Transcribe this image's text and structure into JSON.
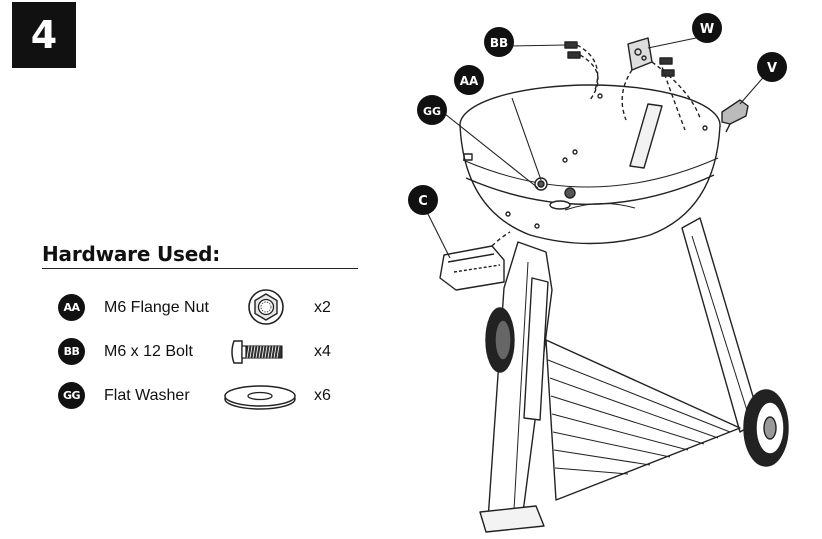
{
  "step": {
    "number": "4"
  },
  "hardware": {
    "title": "Hardware Used:",
    "items": [
      {
        "code": "AA",
        "name": "M6 Flange Nut",
        "qty": "x2",
        "icon": "flange-nut-icon"
      },
      {
        "code": "BB",
        "name": "M6 x 12 Bolt",
        "qty": "x4",
        "icon": "bolt-icon"
      },
      {
        "code": "GG",
        "name": "Flat Washer",
        "qty": "x6",
        "icon": "flat-washer-icon"
      }
    ]
  },
  "diagram": {
    "callouts": {
      "bb": "BB",
      "w": "W",
      "aa": "AA",
      "v": "V",
      "gg": "GG",
      "c": "C"
    }
  }
}
